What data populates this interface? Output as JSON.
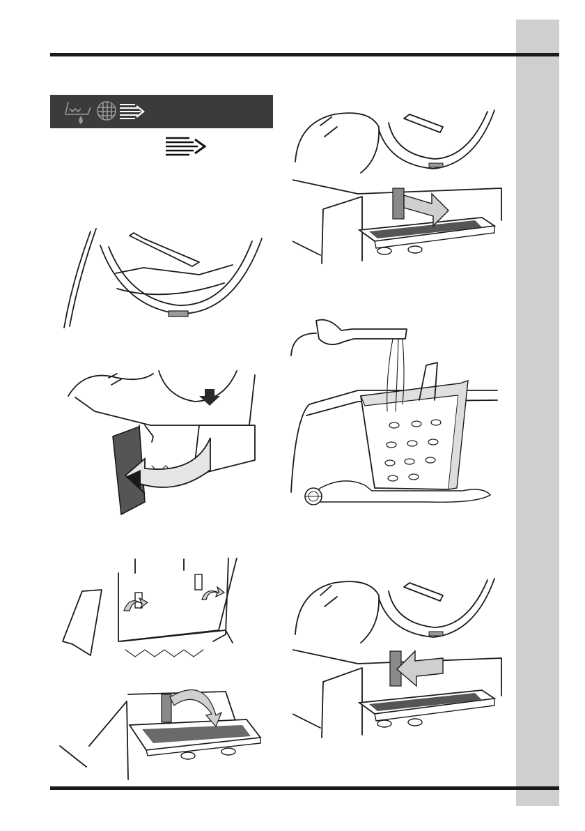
{
  "page": {
    "side_tab_color": "#cfcfcf",
    "rule_color": "#1a1a1a",
    "section_bar_color": "#3b3b3b"
  },
  "section_header": {
    "icons": [
      "water-drain-icon",
      "filter-grid-icon",
      "lint-arrow-icon"
    ]
  },
  "inline_symbol": "lint-arrow-icon",
  "figures": [
    {
      "id": "fig-door-seal",
      "description_icon": "drum-opening"
    },
    {
      "id": "fig-open-panel",
      "description_icon": "panel-open-arrow"
    },
    {
      "id": "fig-unlock-latches",
      "description_icon": "latch-rotate-arrows"
    },
    {
      "id": "fig-pull-filter",
      "description_icon": "pull-arrow"
    },
    {
      "id": "fig-rinse-filter",
      "description_icon": "sink-rinse"
    },
    {
      "id": "fig-insert-filter",
      "description_icon": "push-arrow"
    }
  ]
}
